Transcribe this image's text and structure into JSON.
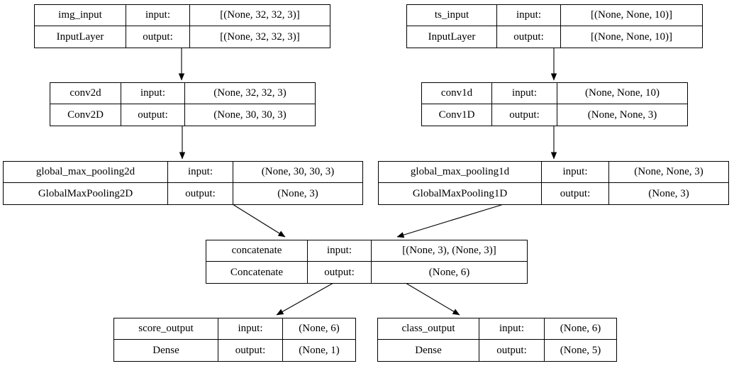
{
  "diagram": {
    "kind": "keras-model-graph",
    "colors": {
      "background": "#ffffff",
      "node_border": "#000000",
      "text": "#000000",
      "edge": "#000000"
    },
    "labels": {
      "input": "input:",
      "output": "output:"
    },
    "nodes": [
      {
        "id": "img_input",
        "name": "img_input",
        "type": "InputLayer",
        "input": "[(None, 32, 32, 3)]",
        "output": "[(None, 32, 32, 3)]"
      },
      {
        "id": "ts_input",
        "name": "ts_input",
        "type": "InputLayer",
        "input": "[(None, None, 10)]",
        "output": "[(None, None, 10)]"
      },
      {
        "id": "conv2d",
        "name": "conv2d",
        "type": "Conv2D",
        "input": "(None, 32, 32, 3)",
        "output": "(None, 30, 30, 3)"
      },
      {
        "id": "conv1d",
        "name": "conv1d",
        "type": "Conv1D",
        "input": "(None, None, 10)",
        "output": "(None, None, 3)"
      },
      {
        "id": "global_max_pooling2d",
        "name": "global_max_pooling2d",
        "type": "GlobalMaxPooling2D",
        "input": "(None, 30, 30, 3)",
        "output": "(None, 3)"
      },
      {
        "id": "global_max_pooling1d",
        "name": "global_max_pooling1d",
        "type": "GlobalMaxPooling1D",
        "input": "(None, None, 3)",
        "output": "(None, 3)"
      },
      {
        "id": "concatenate",
        "name": "concatenate",
        "type": "Concatenate",
        "input": "[(None, 3), (None, 3)]",
        "output": "(None, 6)"
      },
      {
        "id": "score_output",
        "name": "score_output",
        "type": "Dense",
        "input": "(None, 6)",
        "output": "(None, 1)"
      },
      {
        "id": "class_output",
        "name": "class_output",
        "type": "Dense",
        "input": "(None, 6)",
        "output": "(None, 5)"
      }
    ],
    "edges": [
      {
        "from": "img_input",
        "to": "conv2d"
      },
      {
        "from": "ts_input",
        "to": "conv1d"
      },
      {
        "from": "conv2d",
        "to": "global_max_pooling2d"
      },
      {
        "from": "conv1d",
        "to": "global_max_pooling1d"
      },
      {
        "from": "global_max_pooling2d",
        "to": "concatenate"
      },
      {
        "from": "global_max_pooling1d",
        "to": "concatenate"
      },
      {
        "from": "concatenate",
        "to": "score_output"
      },
      {
        "from": "concatenate",
        "to": "class_output"
      }
    ]
  }
}
